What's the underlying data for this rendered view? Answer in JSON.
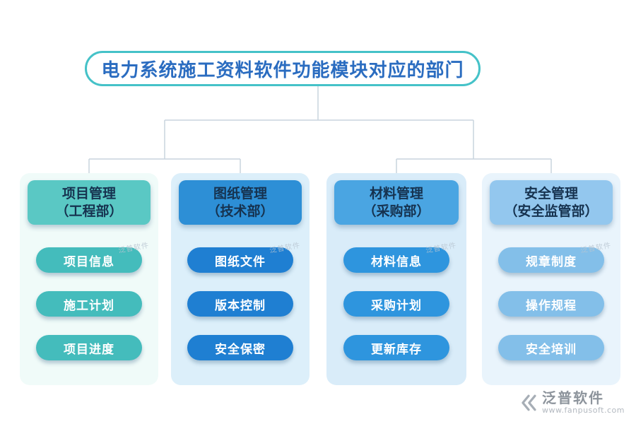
{
  "title": {
    "text": "电力系统施工资料软件功能模块对应的部门",
    "border_color": "#45c2c8",
    "text_color": "#2a6cc0"
  },
  "watermark": "泛普软件",
  "connector_color": "#c9d4de",
  "columns": [
    {
      "header": {
        "line1": "项目管理",
        "line2": "（工程部）"
      },
      "items": [
        "项目信息",
        "施工计划",
        "项目进度"
      ],
      "colors": {
        "card_bg": "#f0fbf9",
        "header_bg": "#5ac8c4",
        "item_bg": "#44bcbc"
      }
    },
    {
      "header": {
        "line1": "图纸管理",
        "line2": "（技术部）"
      },
      "items": [
        "图纸文件",
        "版本控制",
        "安全保密"
      ],
      "colors": {
        "card_bg": "#dceffa",
        "header_bg": "#2d8fd6",
        "item_bg": "#1f7fd2"
      }
    },
    {
      "header": {
        "line1": "材料管理",
        "line2": "（采购部）"
      },
      "items": [
        "材料信息",
        "采购计划",
        "更新库存"
      ],
      "colors": {
        "card_bg": "#d9ecf9",
        "header_bg": "#4aa5e2",
        "item_bg": "#2e95de"
      }
    },
    {
      "header": {
        "line1": "安全管理",
        "line2": "（安全监管部）"
      },
      "items": [
        "规章制度",
        "操作规程",
        "安全培训"
      ],
      "colors": {
        "card_bg": "#e9f4fc",
        "header_bg": "#93c7ee",
        "item_bg": "#83bfe9"
      }
    }
  ],
  "footer": {
    "brand": "泛普软件",
    "url": "www.fanpusoft.com"
  }
}
